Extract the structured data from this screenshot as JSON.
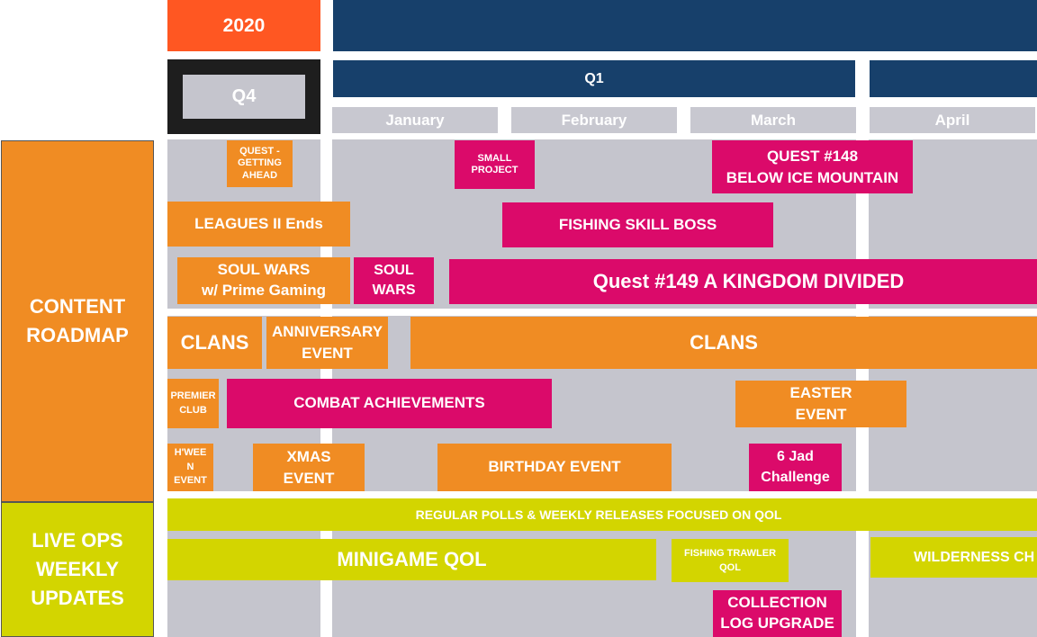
{
  "header": {
    "year": "2020",
    "q4_label": "Q4",
    "q1_label": "Q1",
    "months": [
      "January",
      "February",
      "March",
      "April"
    ]
  },
  "sections": {
    "content_roadmap": "CONTENT\nROADMAP",
    "live_ops": "LIVE OPS\nWEEKLY\nUPDATES"
  },
  "items": {
    "quest_getting_ahead": "QUEST -\nGETTING\nAHEAD",
    "small_project": "SMALL\nPROJECT",
    "quest_148": "QUEST #148\nBELOW ICE MOUNTAIN",
    "leagues_ii_ends": "LEAGUES II Ends",
    "fishing_skill_boss": "FISHING SKILL BOSS",
    "soul_wars_prime": "SOUL WARS\nw/ Prime Gaming",
    "soul_wars": "SOUL\nWARS",
    "quest_149": "Quest #149 A KINGDOM DIVIDED",
    "clans_left": "CLANS",
    "anniversary_event": "ANNIVERSARY\nEVENT",
    "clans_main": "CLANS",
    "premier_club": "PREMIER\nCLUB",
    "combat_achievements": "COMBAT ACHIEVEMENTS",
    "easter_event": "EASTER\nEVENT",
    "hween_event": "H'WEE\nN\nEVENT",
    "xmas_event": "XMAS\nEVENT",
    "birthday_event": "BIRTHDAY EVENT",
    "jad_challenge": "6 Jad\nChallenge",
    "regular_polls": "REGULAR POLLS & WEEKLY RELEASES FOCUSED ON QOL",
    "minigame_qol": "MINIGAME QOL",
    "fishing_trawler_qol": "FISHING TRAWLER\nQOL",
    "wilderness": "WILDERNESS CH",
    "collection_log": "COLLECTION\nLOG UPGRADE"
  },
  "colors": {
    "orange": "#f08c23",
    "pink": "#db0a6a",
    "lime": "#d3d500",
    "navy": "#17406b",
    "red_orange": "#ff5722",
    "grey": "#c5c5cd"
  }
}
